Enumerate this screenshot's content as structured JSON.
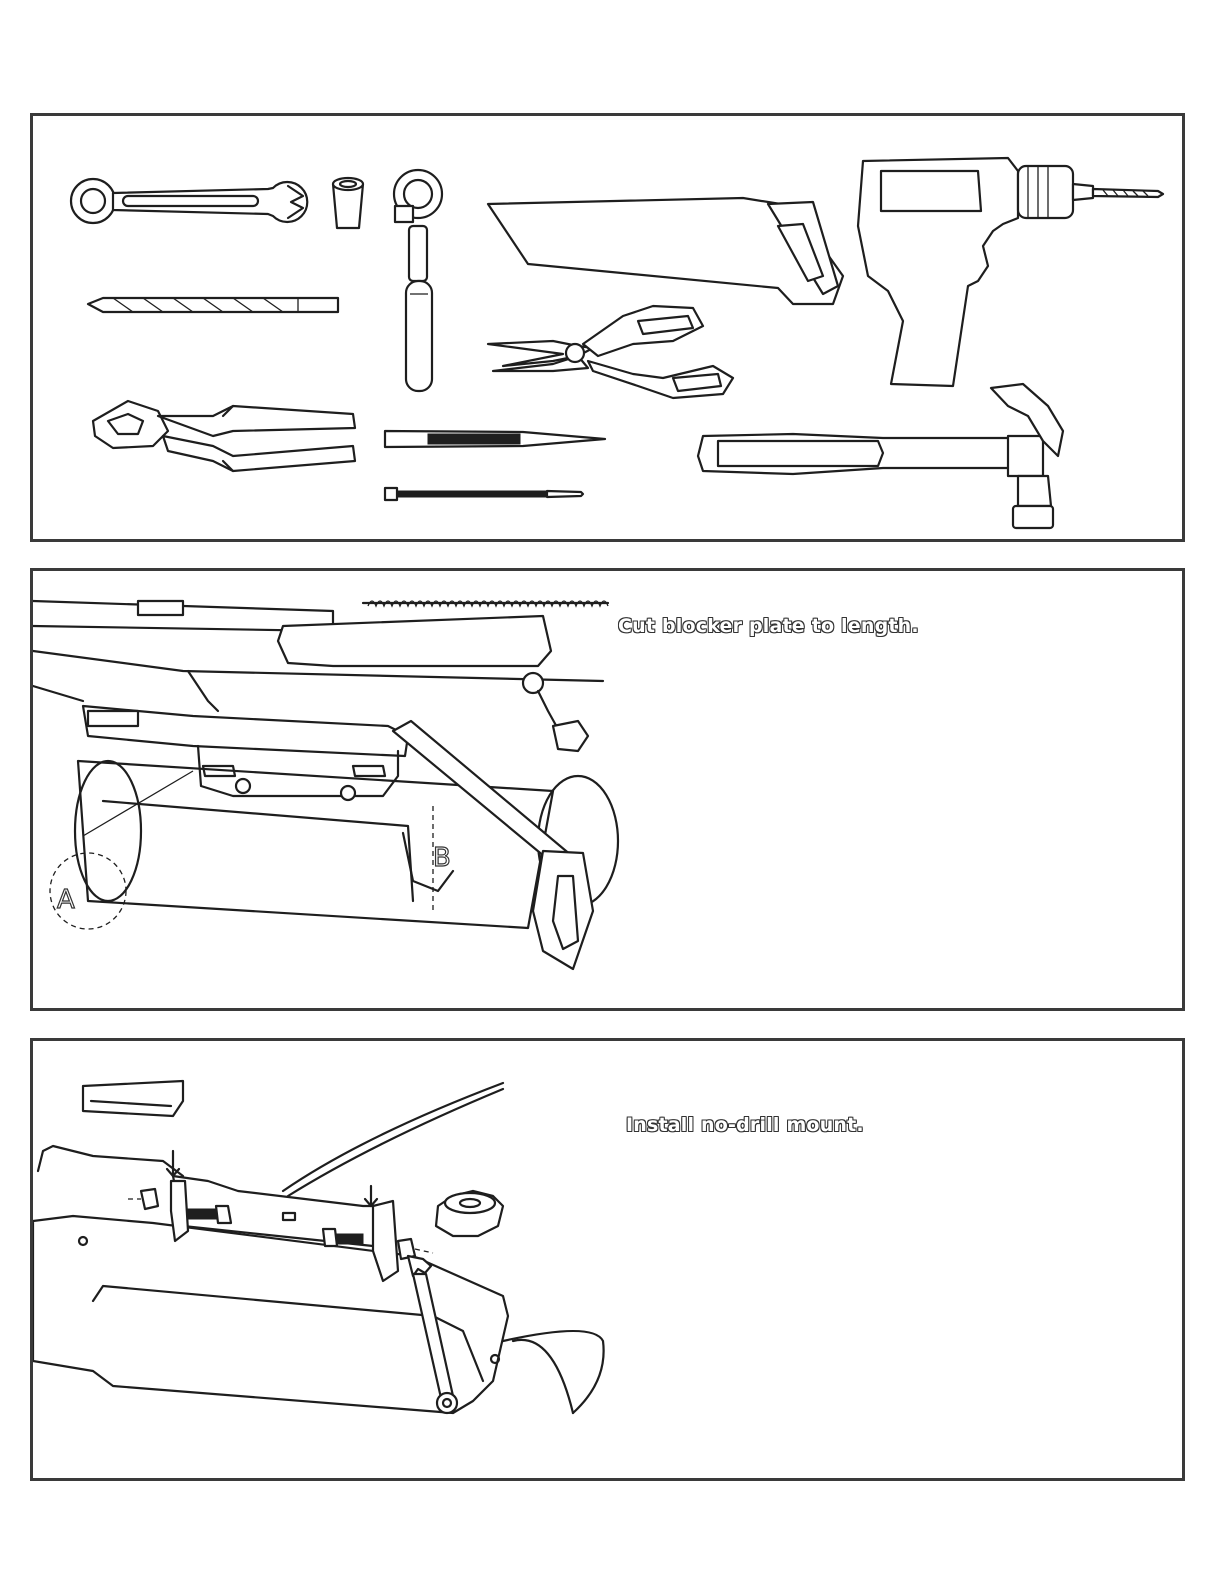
{
  "panels": {
    "tools": {
      "icons": [
        "combination-wrench-icon",
        "socket-icon",
        "ratchet-icon",
        "hand-saw-icon",
        "cordless-drill-icon",
        "drill-bit-icon",
        "tin-snips-icon",
        "tongue-groove-pliers-icon",
        "center-punch-icon",
        "cable-tie-icon",
        "claw-hammer-icon"
      ]
    },
    "cut_blocker_plate": {
      "caption": "Cut blocker plate to length.",
      "callouts": {
        "a": "A",
        "b": "B"
      }
    },
    "install_mount": {
      "caption": "Install no-drill mount."
    }
  }
}
